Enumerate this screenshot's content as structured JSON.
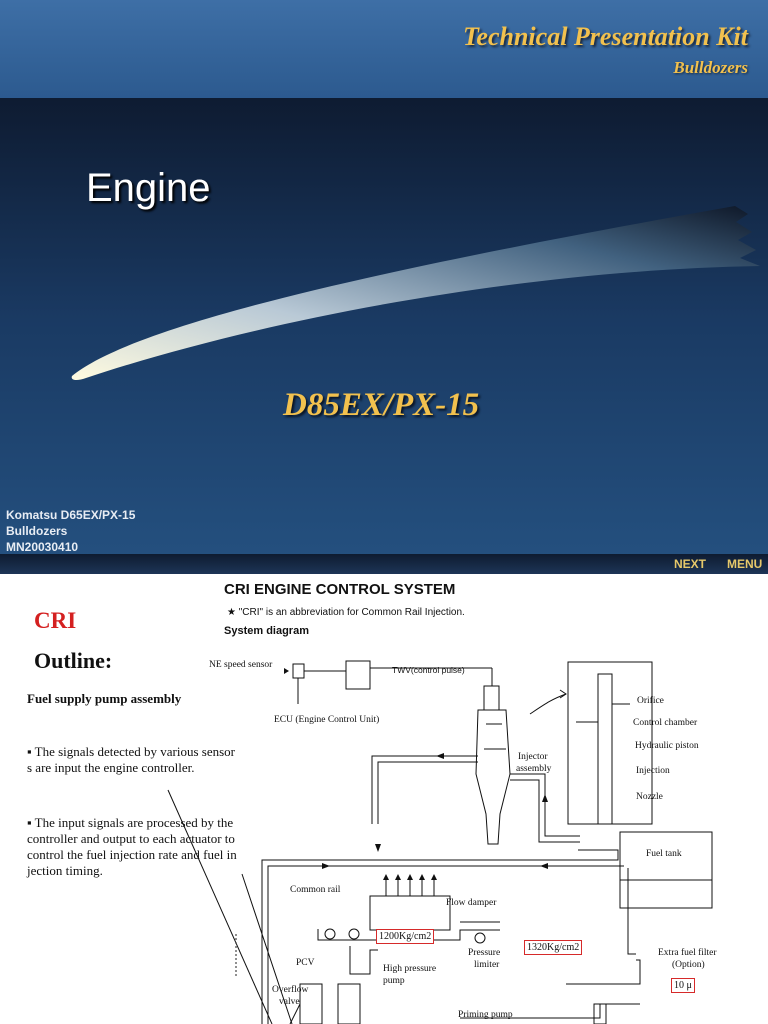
{
  "slide1": {
    "kit_title": "Technical Presentation Kit",
    "kit_subtitle": "Bulldozers",
    "section_title": "Engine",
    "model": "D85EX/PX-15",
    "info_lines": [
      "Komatsu D65EX/PX-15",
      "Bulldozers",
      "MN20030410"
    ],
    "nav": {
      "next": "NEXT",
      "menu": "MENU"
    },
    "colors": {
      "title_gold": "#f2c14e",
      "band_blue": "#2c5a8f"
    }
  },
  "slide2": {
    "cri_heading": "CRI",
    "outline_heading": "Outline:",
    "subheading": "Fuel supply pump assembly",
    "paragraphs": [
      "▪ The signals detected by various sensors are input the engine controller.",
      "▪ The input signals are processed by the controller and output to each actuator to control the fuel injection rate and fuel injection timing."
    ],
    "diagram_title": "CRI ENGINE CONTROL SYSTEM",
    "abbreviation_note": "★  \"CRI\" is an abbreviation for Common Rail Injection.",
    "system_diagram_label": "System diagram",
    "labels": {
      "ne_sensor": "NE speed sensor",
      "pulse": "TWV(control pulse)",
      "ecu": "ECU (Engine Control Unit)",
      "injector_line1": "Injector",
      "injector_line2": "assembly",
      "orifice": "Orifice",
      "control_chamber": "Control chamber",
      "hydraulic_piston": "Hydraulic piston",
      "injection": "Injection",
      "nozzle": "Nozzle",
      "fuel_tank": "Fuel tank",
      "common_rail": "Common rail",
      "flow_damper": "Flow damper",
      "pressure_limiter_line1": "Pressure",
      "pressure_limiter_line2": "limiter",
      "pcv": "PCV",
      "hp_pump_line1": "High pressure",
      "hp_pump_line2": "pump",
      "overflow_line1": "Overflow",
      "overflow_line2": "valve",
      "priming_pump": "Priming pump",
      "extra_filter_line1": "Extra fuel filter",
      "extra_filter_line2": "(Option)"
    },
    "values": {
      "rail_pressure": "1200Kg/cm2",
      "limiter_pressure": "1320Kg/cm2",
      "filter_size": "10 μ"
    }
  }
}
